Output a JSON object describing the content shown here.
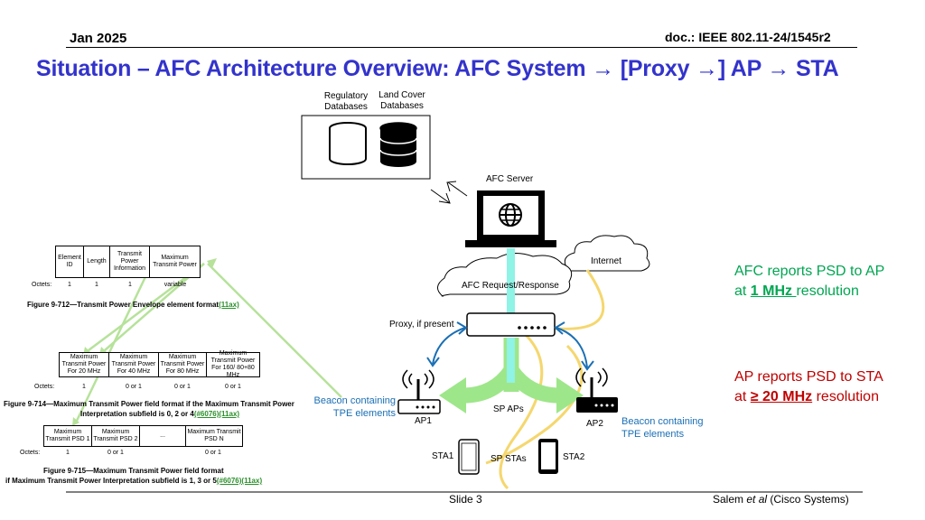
{
  "header": {
    "date": "Jan 2025",
    "doc": "doc.: IEEE 802.11-24/1545r2"
  },
  "title": "Situation – AFC Architecture Overview: AFC System → [Proxy →] AP → STA",
  "diagram": {
    "regulatory_db": "Regulatory Databases",
    "land_cover_db": "Land Cover Databases",
    "afc_server": "AFC Server",
    "internet": "Internet",
    "afc_request": "AFC Request/Response",
    "proxy": "Proxy, if present",
    "sp_aps": "SP APs",
    "ap1": "AP1",
    "ap2": "AP2",
    "beacon_left": "Beacon containing TPE elements",
    "beacon_right": "Beacon containing TPE elements",
    "sta1": "STA1",
    "sta2": "STA2",
    "sp_stas": "SP STAs"
  },
  "notes": {
    "afc_prefix": "AFC reports PSD to AP",
    "afc_at": "at ",
    "afc_value": "1 MHz ",
    "afc_suffix": "resolution",
    "ap_prefix": "AP reports PSD to STA",
    "ap_at": "at ",
    "ap_value": "≥ 20 MHz",
    "ap_suffix": " resolution",
    "colors": {
      "afc": "#00a651",
      "ap": "#c00000",
      "title": "#3333cc",
      "beacon": "#1a6fb5",
      "cyan": "#8ff3e6",
      "green_arrow": "#9ee68a",
      "yellow": "#f5d76e"
    }
  },
  "fig712": {
    "cells": [
      "Element ID",
      "Length",
      "Transmit Power Information",
      "Maximum Transmit Power"
    ],
    "octets_label": "Octets:",
    "octets": [
      "1",
      "1",
      "1",
      "variable"
    ],
    "caption": "Figure 9-712—Transmit Power Envelope element format",
    "caption_ref": "(11ax)"
  },
  "fig714": {
    "cells": [
      "Maximum Transmit Power For 20 MHz",
      "Maximum Transmit Power For 40 MHz",
      "Maximum Transmit Power For 80 MHz",
      "Maximum Transmit Power For 160/ 80+80 MHz"
    ],
    "octets_label": "Octets:",
    "octets": [
      "1",
      "0 or 1",
      "0 or 1",
      "0 or 1"
    ],
    "caption_1": "Figure 9-714—Maximum Transmit Power field format if the Maximum Transmit Power",
    "caption_2": "Interpretation subfield is 0, 2 or 4",
    "caption_ref": "(#6076)(11ax)"
  },
  "fig715": {
    "cells": [
      "Maximum Transmit PSD 1",
      "Maximum Transmit PSD 2",
      "...",
      "Maximum Transmit PSD N"
    ],
    "octets_label": "Octets:",
    "octets": [
      "1",
      "0 or 1",
      "",
      "0 or 1"
    ],
    "caption_1": "Figure 9-715—Maximum Transmit Power field format",
    "caption_2": "if Maximum Transmit Power Interpretation subfield is 1, 3 or 5",
    "caption_ref": "(#6076)(11ax)"
  },
  "footer": {
    "slide": "Slide 3",
    "author": "Salem",
    "etal": " et al",
    "org": " (Cisco Systems)"
  }
}
